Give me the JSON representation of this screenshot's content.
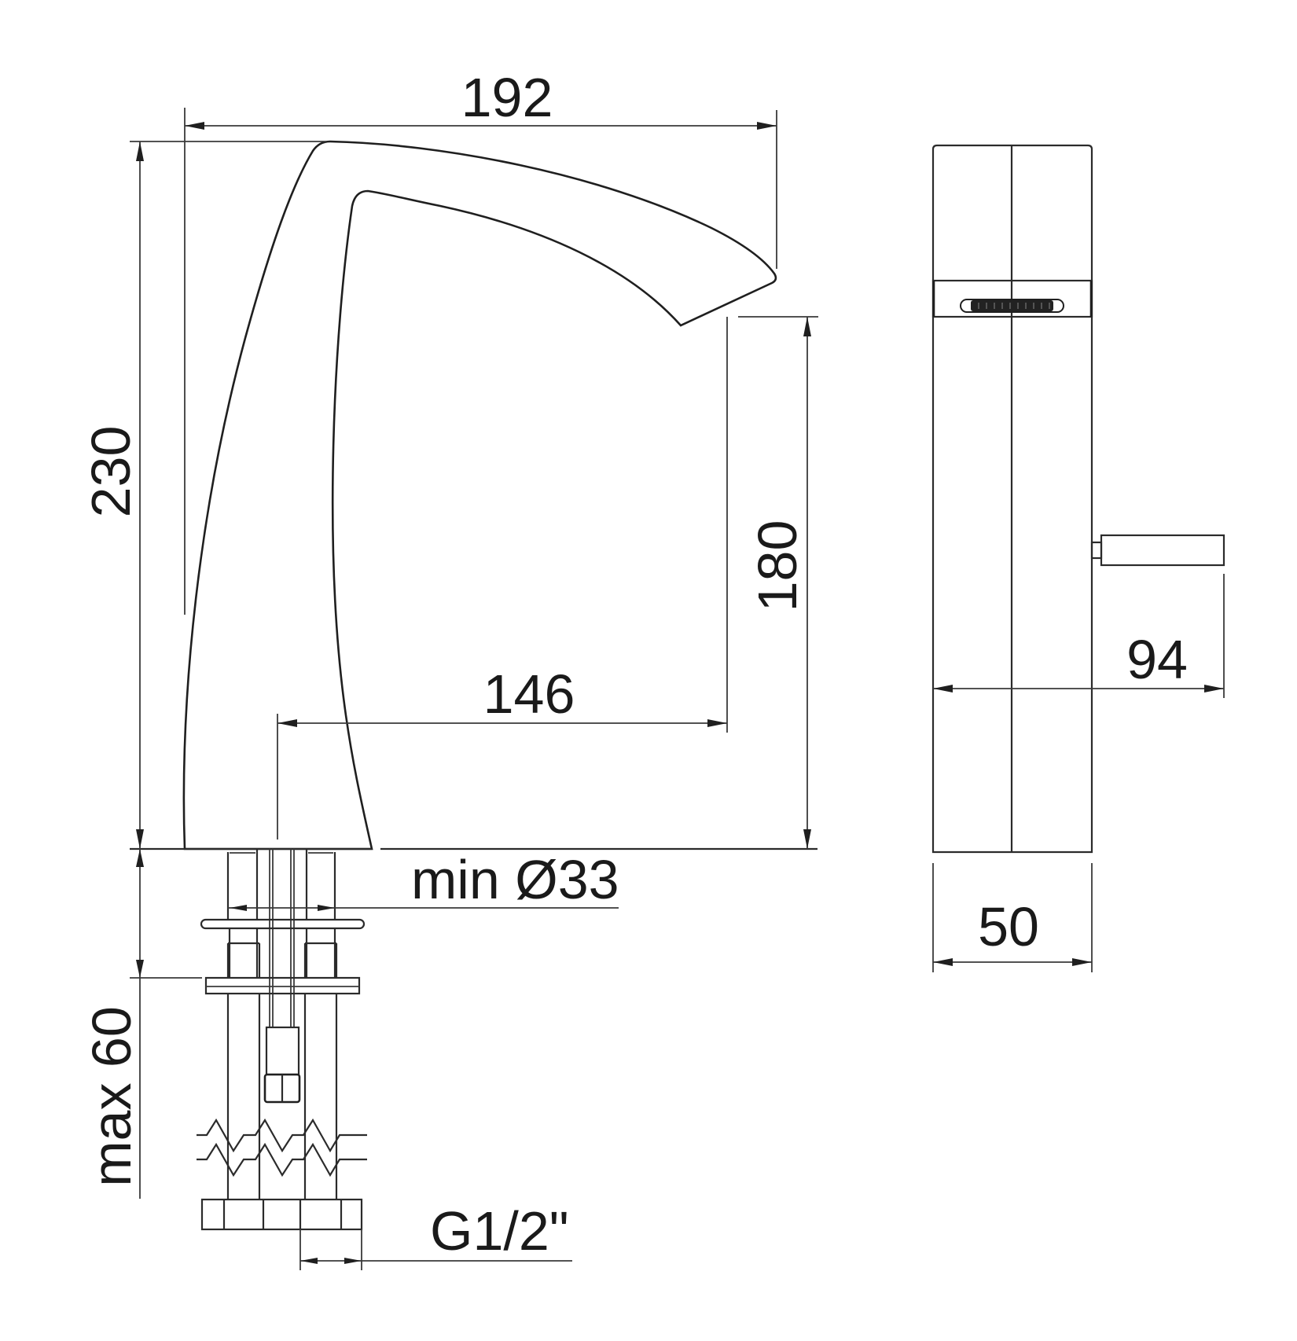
{
  "drawing": {
    "title": "Single-lever basin mixer technical drawing",
    "stroke_color": "#2b2b2b",
    "background": "#ffffff",
    "units": "mm",
    "side_view": {
      "dimensions": {
        "overall_projection": "192",
        "overall_height": "230",
        "spout_height": "180",
        "spout_reach": "146",
        "hole_diameter": "min Ø33",
        "max_deck_thickness": "max 60",
        "connection_thread": "G1/2\""
      }
    },
    "front_view": {
      "dimensions": {
        "body_width": "50",
        "handle_depth": "94"
      }
    }
  }
}
